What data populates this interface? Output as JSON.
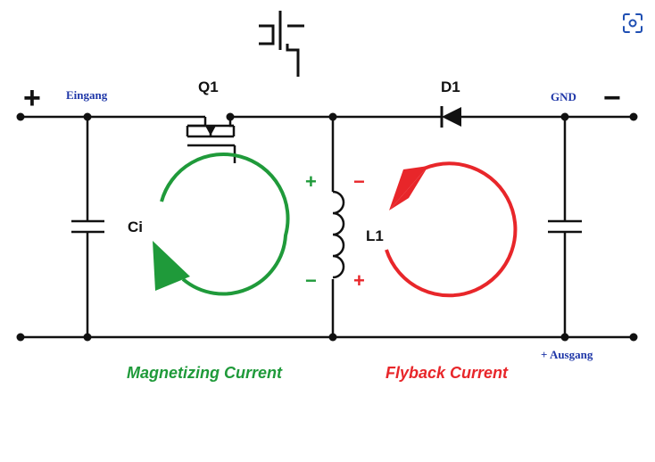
{
  "labels": {
    "plus_input": "+",
    "minus_output": "−",
    "eingang": "Eingang",
    "gnd": "GND",
    "ausgang": "+ Ausgang",
    "q1": "Q1",
    "d1": "D1",
    "ci": "Ci",
    "l1": "L1",
    "l1_left_top": "+",
    "l1_right_top": "−",
    "l1_left_bottom": "−",
    "l1_right_bottom": "+"
  },
  "currents": {
    "magnetizing": "Magnetizing Current",
    "flyback": "Flyback Current"
  },
  "colors": {
    "wire": "#111111",
    "magnetizing": "#1f9a3a",
    "flyback": "#e8262a",
    "annotation_blue": "#1f37a8"
  },
  "icons": {
    "top_right": "scan-icon",
    "top_center": "mosfet-symbol-icon"
  }
}
